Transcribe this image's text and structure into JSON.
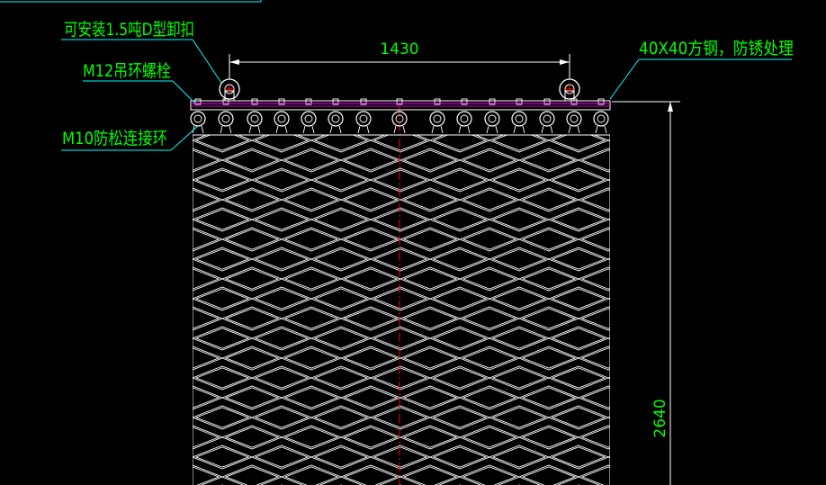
{
  "annotations": {
    "shackle": "可安装1.5吨D型卸扣",
    "eyebolt": "M12吊环螺栓",
    "ring": "M10防松连接环",
    "steel": "40X40方钢，防锈处理"
  },
  "dimensions": {
    "width": "1430",
    "height": "2640"
  },
  "colors": {
    "background": "#000000",
    "linework": "#ffffff",
    "label": "#00ff00",
    "leader": "#00ffff",
    "centerline": "#ff0000",
    "bar_top": "#ff00ff"
  }
}
